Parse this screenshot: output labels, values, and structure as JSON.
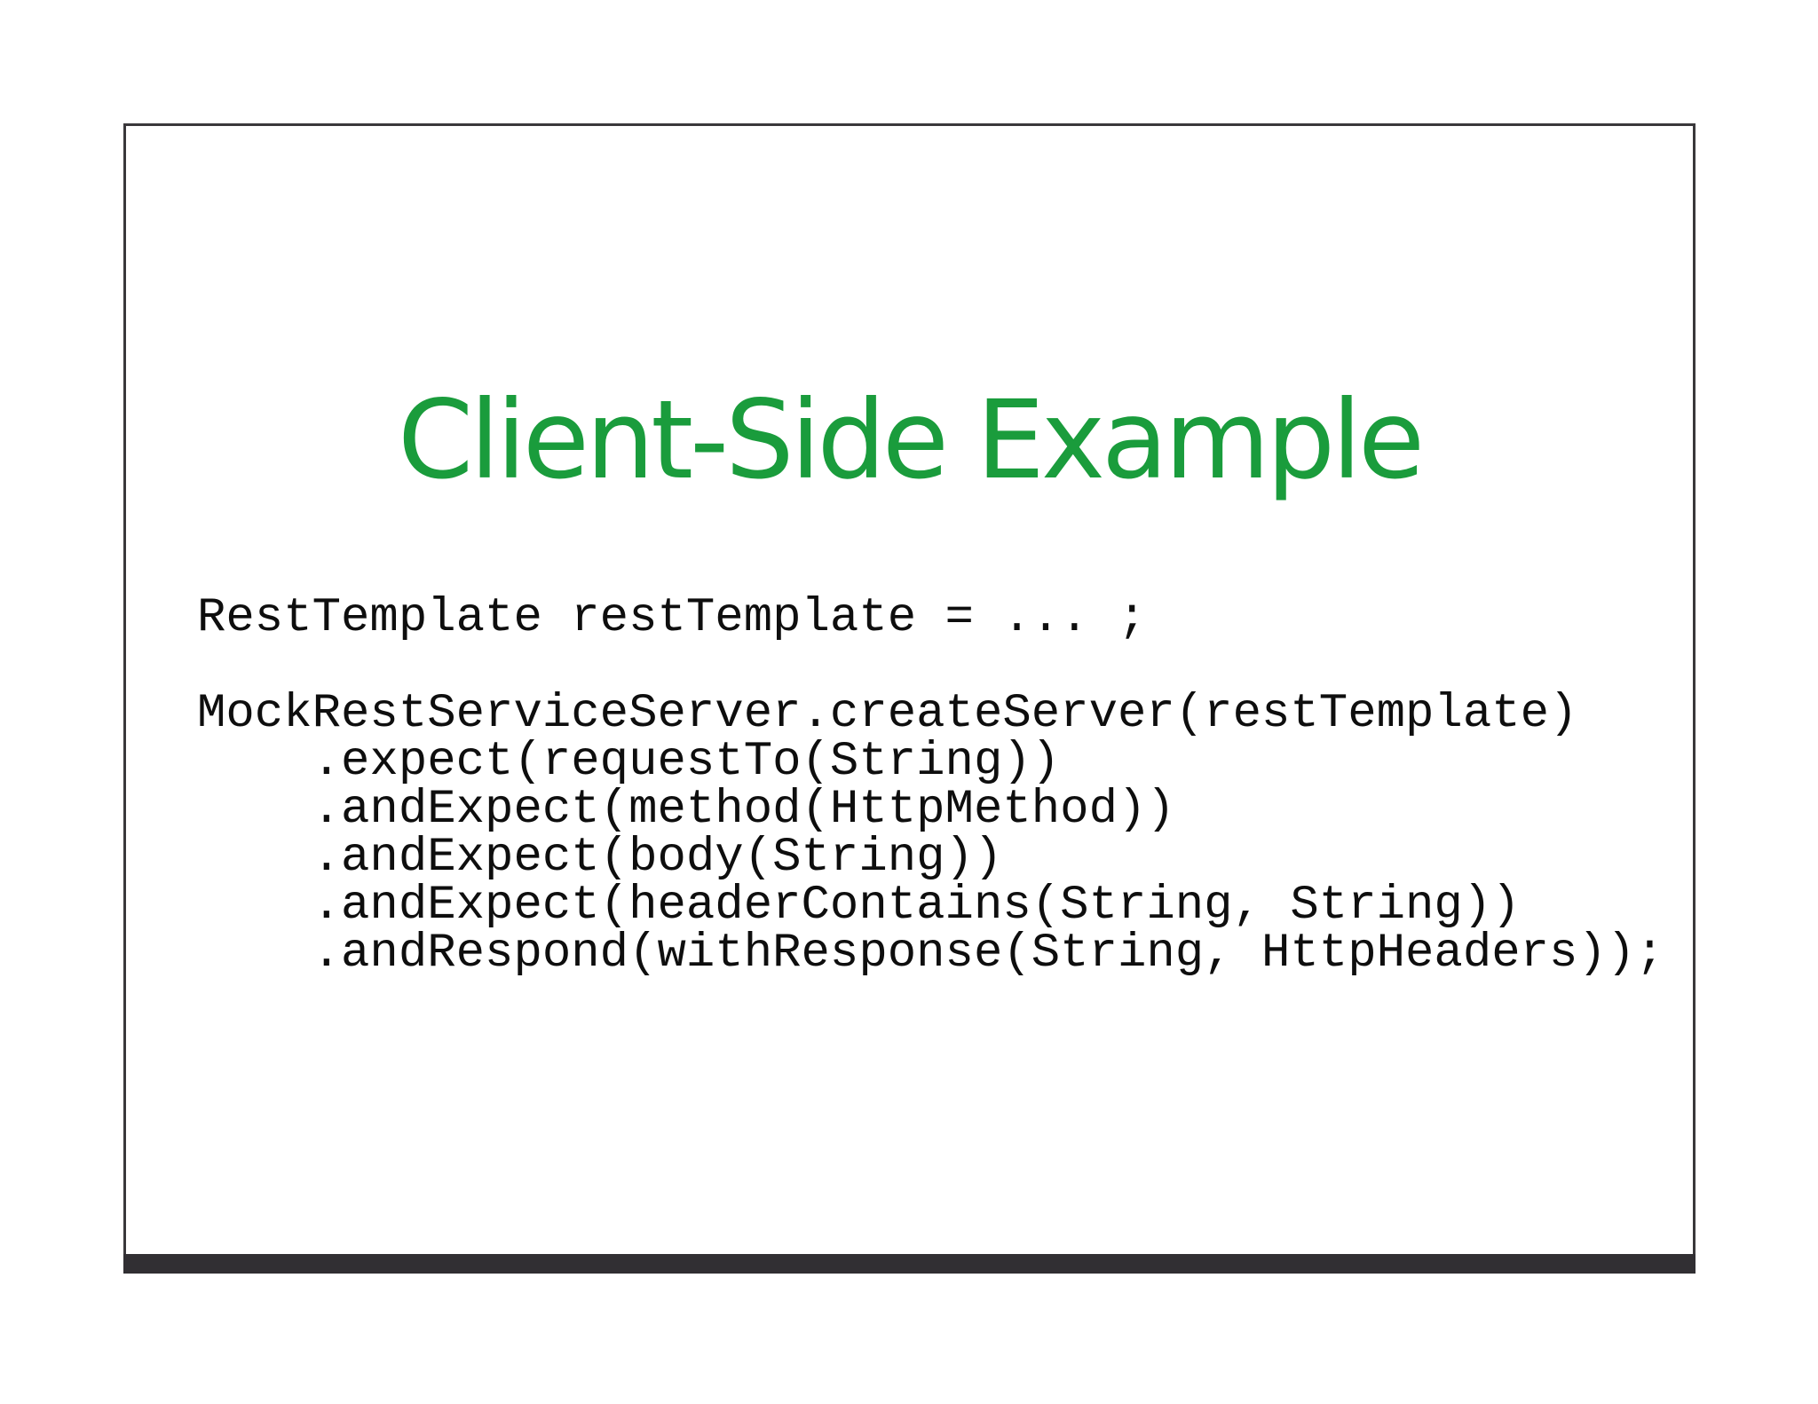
{
  "slide": {
    "title": "Client-Side Example",
    "code_lines": [
      "RestTemplate restTemplate = ... ;",
      "",
      "MockRestServiceServer.createServer(restTemplate)",
      "    .expect(requestTo(String))",
      "    .andExpect(method(HttpMethod))",
      "    .andExpect(body(String))",
      "    .andExpect(headerContains(String, String))",
      "    .andRespond(withResponse(String, HttpHeaders));"
    ]
  },
  "colors": {
    "accent_green": "#1a9c3c",
    "footer_bar": "#312f33",
    "border_color": "#3a383b",
    "code_text": "#0e0e0e"
  }
}
